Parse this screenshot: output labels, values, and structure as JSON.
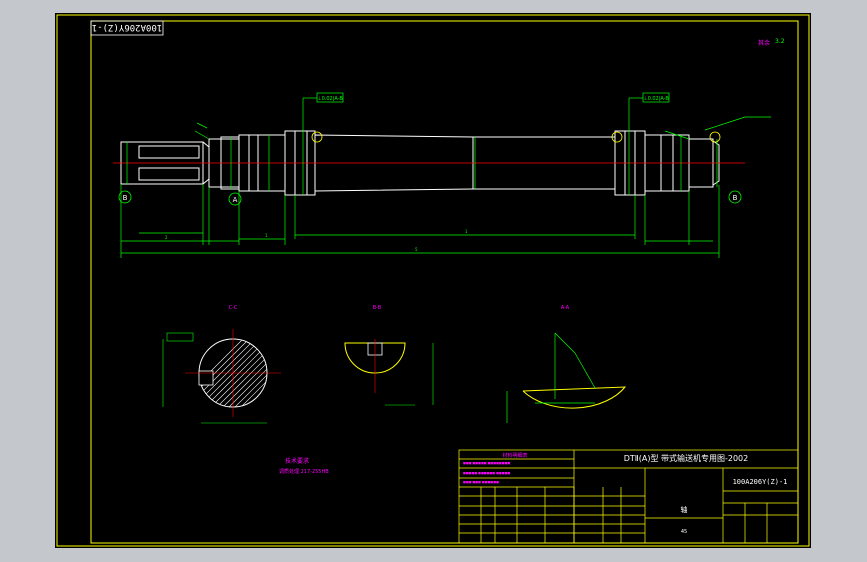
{
  "drawing": {
    "stamp_code": "100A206Y(Z)-1",
    "roughness_note": "其余",
    "roughness_value": "3.2",
    "tolerance_tags": [
      "⊥0.02|A-B",
      "⊥0.02|A-B"
    ],
    "dimensions": {
      "shaft_total": "5",
      "middle_length": "1",
      "left_segment": "1",
      "left_end": "2",
      "section_c": "C-C",
      "section_b": "B-B",
      "section_a": "A-A"
    },
    "datum_labels": [
      "B",
      "A",
      "B"
    ],
    "notes": {
      "tech_title": "技术要求",
      "tech_line1": "调质处理 217-255HB"
    }
  },
  "title_block": {
    "project": "DTⅡ(A)型  带式输送机专用图-2002",
    "drawing_number": "100A206Y(Z)-1",
    "part_name": "轴",
    "material": "45",
    "table_header": "材料明细表"
  },
  "colors": {
    "background": "#000000",
    "frame": "#ffff00",
    "geometry": "#ffffff",
    "dimension": "#00ff00",
    "centerline": "#ff0000",
    "annotation": "#ff00ff"
  }
}
